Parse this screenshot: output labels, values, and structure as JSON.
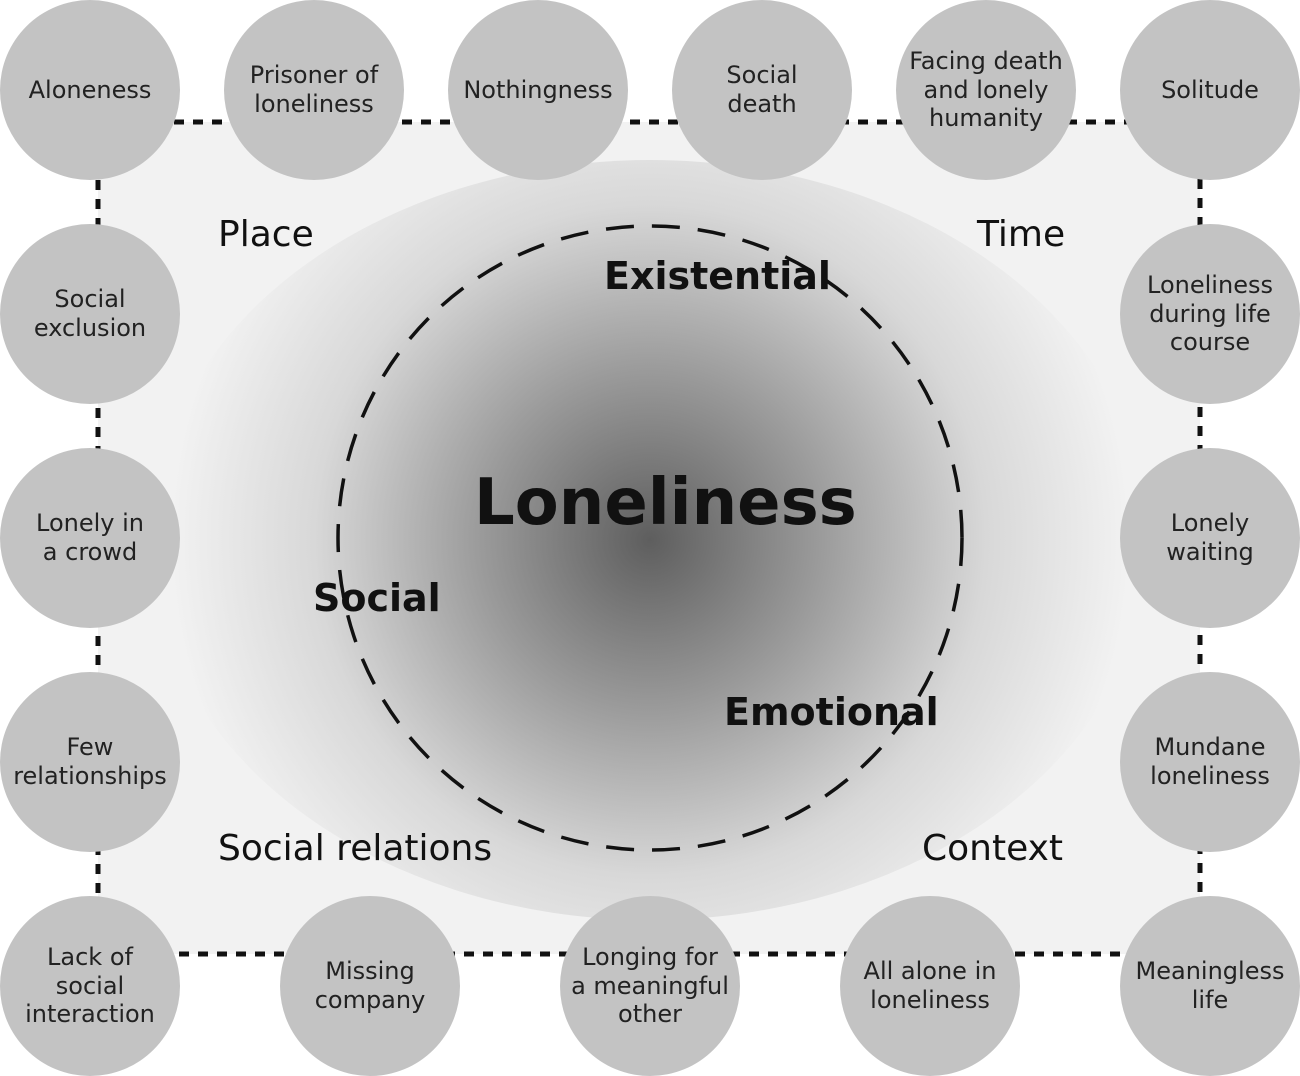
{
  "center": "Loneliness",
  "dimensions": [
    "Existential",
    "Social",
    "Emotional"
  ],
  "corners": [
    "Place",
    "Time",
    "Social relations",
    "Context"
  ],
  "nodes": [
    "Aloneness",
    "Prisoner of\nloneliness",
    "Nothingness",
    "Social\ndeath",
    "Facing death\nand lonely\nhumanity",
    "Solitude",
    "Social\nexclusion",
    "Loneliness\nduring life\ncourse",
    "Lonely in\na crowd",
    "Lonely\nwaiting",
    "Few\nrelationships",
    "Mundane\nloneliness",
    "Lack of\nsocial\ninteraction",
    "Missing\ncompany",
    "Longing for\na meaningful\nother",
    "All alone in\nloneliness",
    "Meaningless\nlife"
  ],
  "colors": {
    "node_fill": "#c3c3c3",
    "frame_fill": "#f2f2f2",
    "text": "#111111"
  }
}
